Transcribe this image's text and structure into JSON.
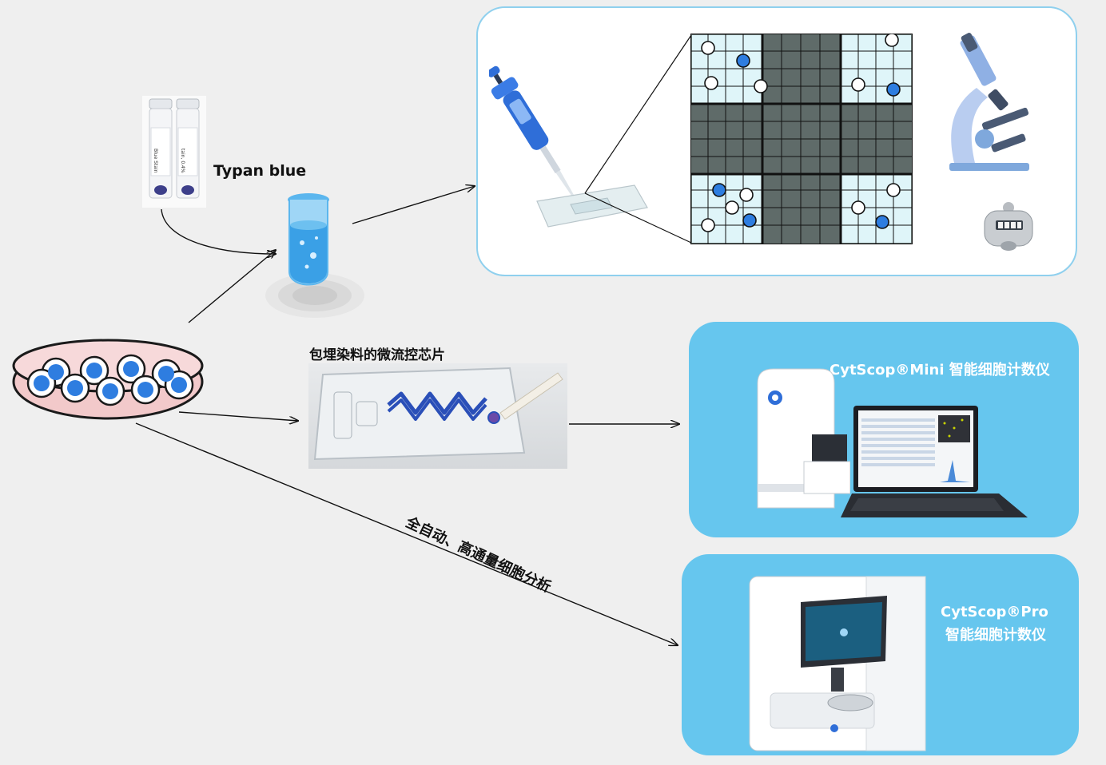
{
  "labels": {
    "reagent": "Typan blue",
    "chip": "包埋染料的微流控芯片",
    "mini_line": "CytScop®Mini 智能细胞计数仪",
    "pro_line1": "CytScop®Pro",
    "pro_line2": "智能细胞计数仪",
    "auto_path": "全自动、高通量细胞分析"
  },
  "vial_labels": [
    "Blue Stain",
    "tain, 0.4%"
  ],
  "colors": {
    "background": "#efefef",
    "panel_border": "#8fd0ee",
    "panel_blue": "#66c6ee",
    "cell_blue": "#2e7de0",
    "grid_dark": "#5f6b69",
    "grid_light": "#dff5f9",
    "dish_pink": "#f2c9ca"
  },
  "icons": [
    "pipette-icon",
    "microscope-icon",
    "hand-counter-icon",
    "test-tube-icon",
    "petri-dish-icon",
    "hemocytometer-grid-icon"
  ]
}
